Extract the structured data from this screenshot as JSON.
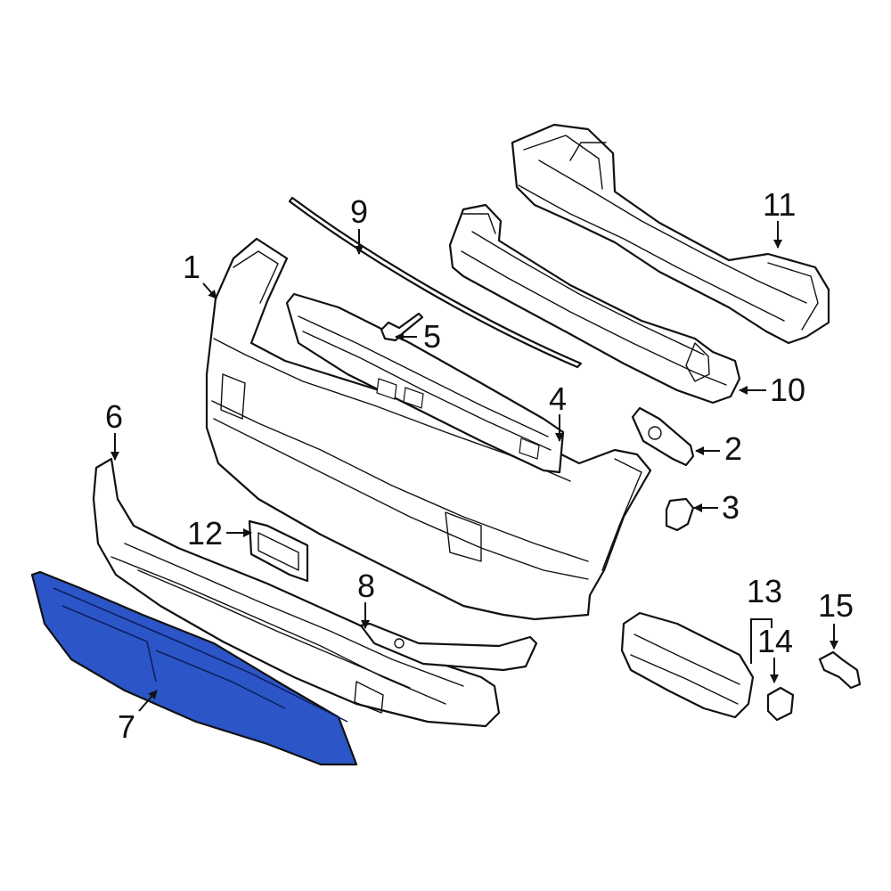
{
  "diagram": {
    "highlight_color": "#2c55c7",
    "callouts": [
      {
        "id": "1",
        "label": "1"
      },
      {
        "id": "2",
        "label": "2"
      },
      {
        "id": "3",
        "label": "3"
      },
      {
        "id": "4",
        "label": "4"
      },
      {
        "id": "5",
        "label": "5"
      },
      {
        "id": "6",
        "label": "6"
      },
      {
        "id": "7",
        "label": "7"
      },
      {
        "id": "8",
        "label": "8"
      },
      {
        "id": "9",
        "label": "9"
      },
      {
        "id": "10",
        "label": "10"
      },
      {
        "id": "11",
        "label": "11"
      },
      {
        "id": "12",
        "label": "12"
      },
      {
        "id": "13",
        "label": "13"
      },
      {
        "id": "14",
        "label": "14"
      },
      {
        "id": "15",
        "label": "15"
      }
    ]
  }
}
